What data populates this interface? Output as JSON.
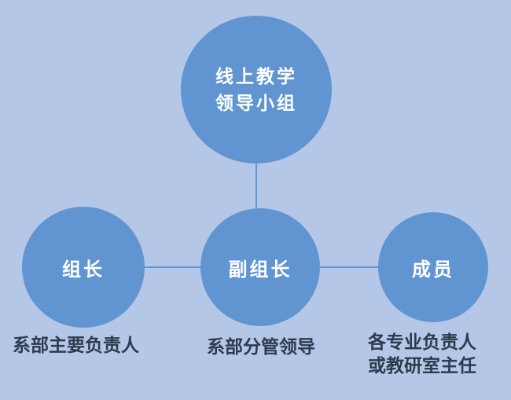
{
  "diagram": {
    "background_color": "#b4c7e7",
    "node_color": "#6195d2",
    "node_text_color": "#ffffff",
    "caption_text_color": "#2e3b4e",
    "nodes": {
      "top": {
        "label_line1": "线上教学",
        "label_line2": "领导小组"
      },
      "left": {
        "label": "组长"
      },
      "middle": {
        "label": "副组长"
      },
      "right": {
        "label": "成员"
      }
    },
    "captions": {
      "left": "系部主要负责人",
      "middle": "系部分管领导",
      "right_line1": "各专业负责人",
      "right_line2": "或教研室主任"
    }
  }
}
